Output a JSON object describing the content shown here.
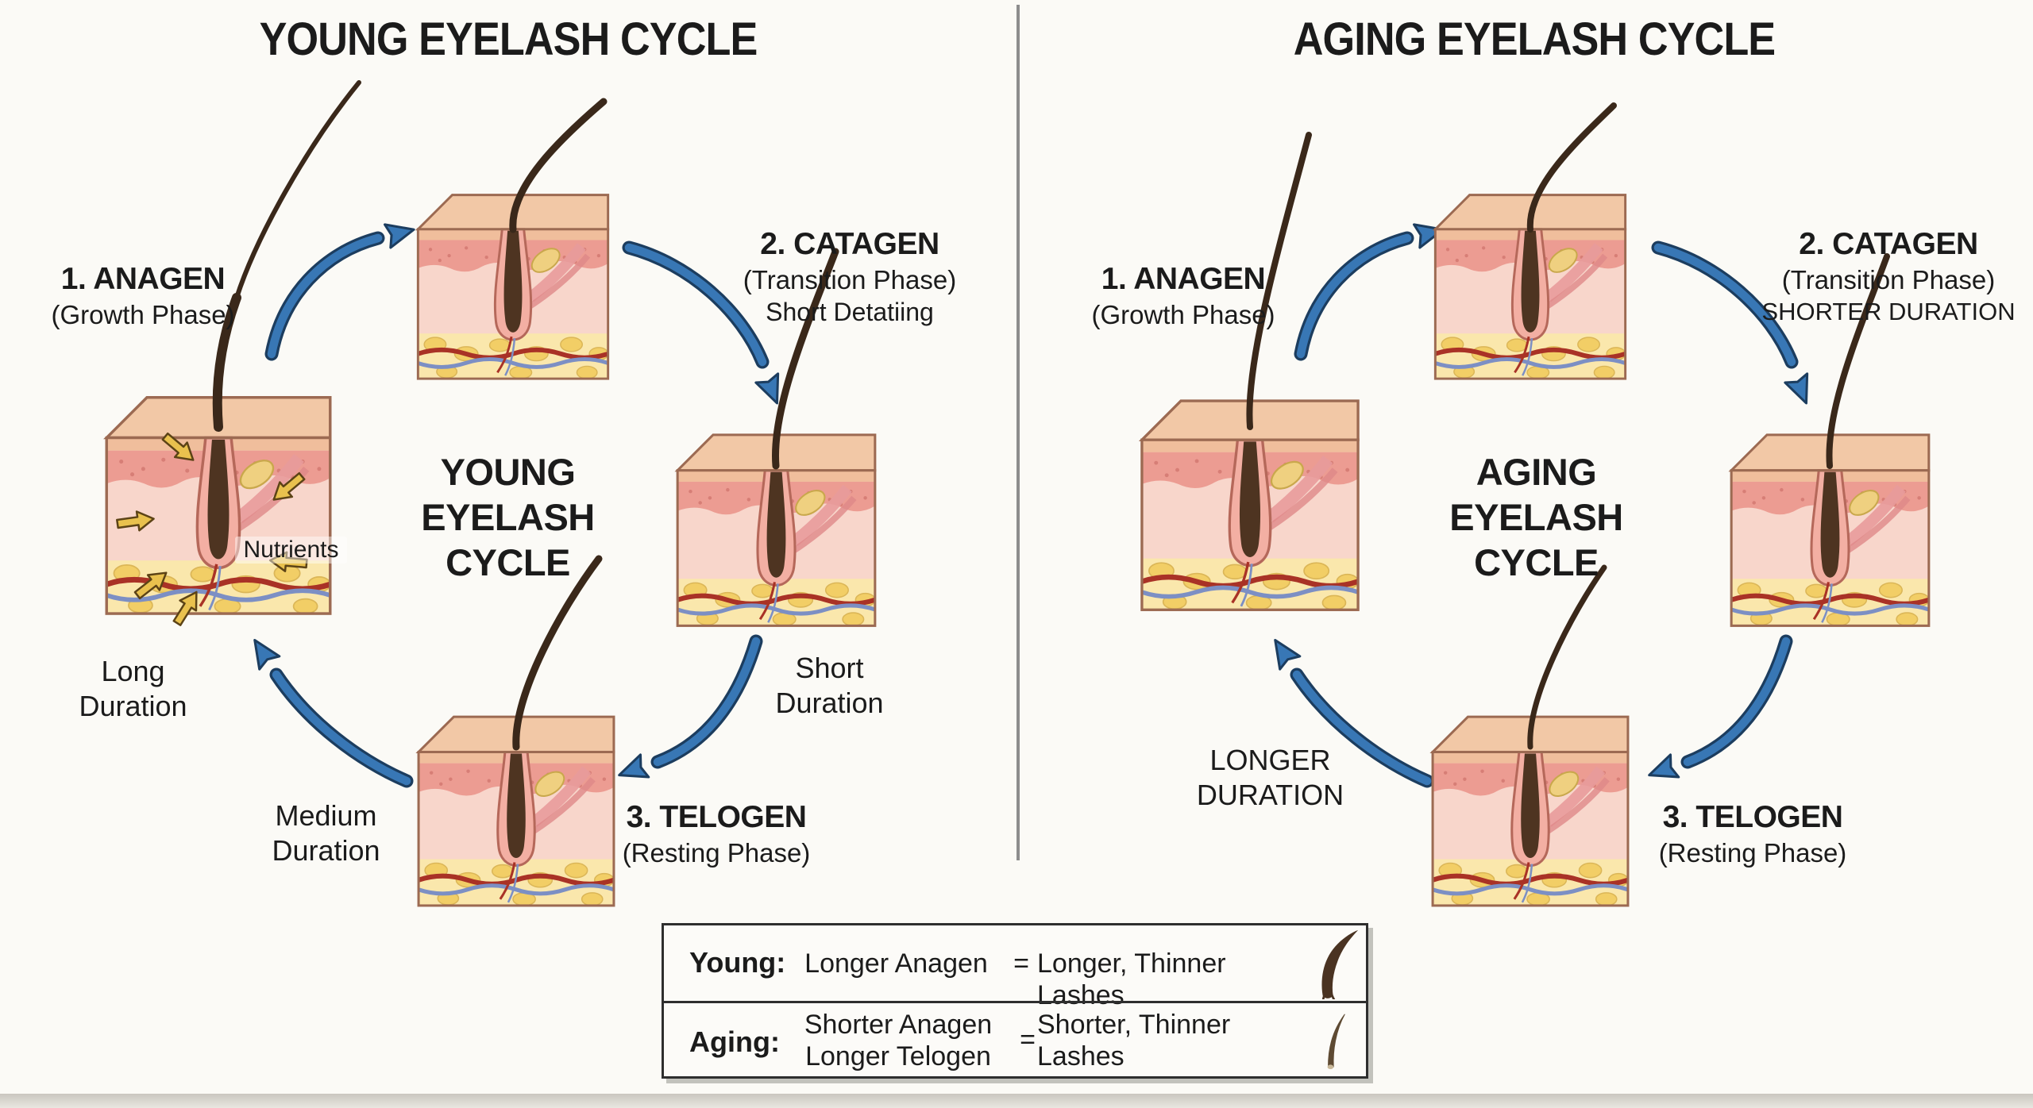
{
  "young": {
    "title": "YOUNG EYELASH CYCLE",
    "center": "YOUNG\nEYELASH\nCYCLE",
    "anagen_name": "1. ANAGEN",
    "anagen_sub": "(Growth Phase)",
    "catagen_name": "2. CATAGEN",
    "catagen_sub": "(Transition Phase)",
    "catagen_note": "Short Detatiing",
    "telogen_name": "3. TELOGEN",
    "telogen_sub": "(Resting Phase)",
    "nutrients": "Nutrients",
    "anagen_duration": "Long\nDuration",
    "catagen_duration": "Short\nDuration",
    "telogen_duration": "Medium\nDuration"
  },
  "aging": {
    "title": "AGING EYELASH CYCLE",
    "center": "AGING\nEYELASH\nCYCLE",
    "anagen_name": "1. ANAGEN",
    "anagen_sub": "(Growth Phase)",
    "catagen_name": "2. CATAGEN",
    "catagen_sub": "(Transition Phase)",
    "catagen_note": "SHORTER DURATION",
    "telogen_name": "3. TELOGEN",
    "telogen_sub": "(Resting Phase)",
    "telogen_duration": "LONGER\nDURATION"
  },
  "legend": {
    "young_label": "Young:",
    "young_cause": "Longer Anagen",
    "young_equals": "=",
    "young_effect": "Longer, Thinner Lashes",
    "aging_label": "Aging:",
    "aging_cause": "Shorter Anagen\nLonger Telogen",
    "aging_equals": "=",
    "aging_effect": "Shorter, Thinner\nLashes"
  },
  "icons": {
    "young_lash": "thick-lash-icon",
    "aging_lash": "thin-lash-icon"
  },
  "colors": {
    "background": "#FBFAF6",
    "text": "#1B1B1B",
    "arrow_blue": "#3877B5",
    "arrow_outline": "#1C3D5F",
    "divider_gray": "#8D8D8D",
    "skin_top": "#F2C8A6",
    "epidermis_pink": "#EC9C92",
    "dermis_pink": "#F8D6CB",
    "fat_yellow": "#FAE7AC",
    "hair_brown": "#3A281A",
    "nutrient_arrow_gold": "#E9C14E",
    "vessel_red": "#A93226",
    "vessel_blue": "#7C8FC4"
  }
}
